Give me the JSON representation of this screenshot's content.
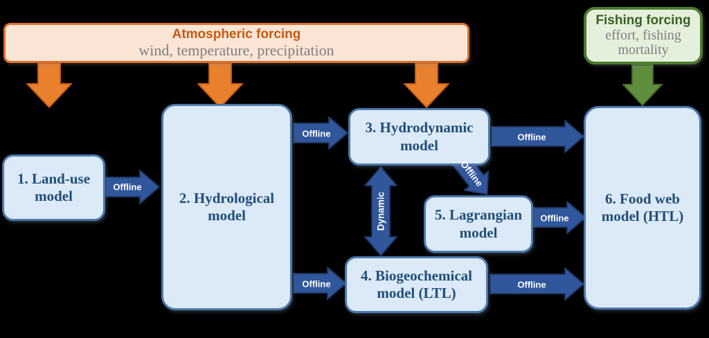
{
  "forcings": {
    "atmospheric": {
      "title": "Atmospheric forcing",
      "subtitle": "wind, temperature, precipitation"
    },
    "fishing": {
      "title": "Fishing forcing",
      "subtitle": "effort, fishing\nmortality"
    }
  },
  "models": {
    "land_use": "1. Land-use\nmodel",
    "hydrological": "2. Hydrological\nmodel",
    "hydrodynamic": "3. Hydrodynamic\nmodel",
    "biogeochemical": "4. Biogeochemical\nmodel (LTL)",
    "lagrangian": "5. Lagrangian\nmodel",
    "food_web": "6. Food web\nmodel (HTL)"
  },
  "edges": {
    "landuse_to_hydrological": "Offline",
    "hydrological_to_hydrodynamic": "Offline",
    "hydrodynamic_to_foodweb": "Offline",
    "hydrodynamic_to_lagrangian": "Offline",
    "hydrodynamic_biogeochemical": "Dynamic",
    "lagrangian_to_foodweb": "Offline",
    "hydrological_to_biogeochemical": "Offline",
    "biogeochemical_to_foodweb": "Offline"
  },
  "colors": {
    "background": "#000000",
    "model_box_fill": "#DCE9F6",
    "model_box_border": "#4A78AD",
    "model_text": "#1F4E79",
    "atmospheric_fill": "#FBE5D6",
    "atmospheric_border": "#DD6F28",
    "atmospheric_title": "#C55A11",
    "fishing_fill": "#E4F0DC",
    "fishing_border": "#4E7A2E",
    "fishing_title": "#3A5F23",
    "subtitle_gray": "#7F7F7F",
    "arrow_blue": "#30569B",
    "arrow_blue_stroke": "#1F3864",
    "arrow_orange": "#E8802E",
    "arrow_orange_stroke": "#C55A11",
    "arrow_green": "#5F8E3E",
    "arrow_green_stroke": "#426B28",
    "edge_label_text": "#FFFFFF"
  }
}
